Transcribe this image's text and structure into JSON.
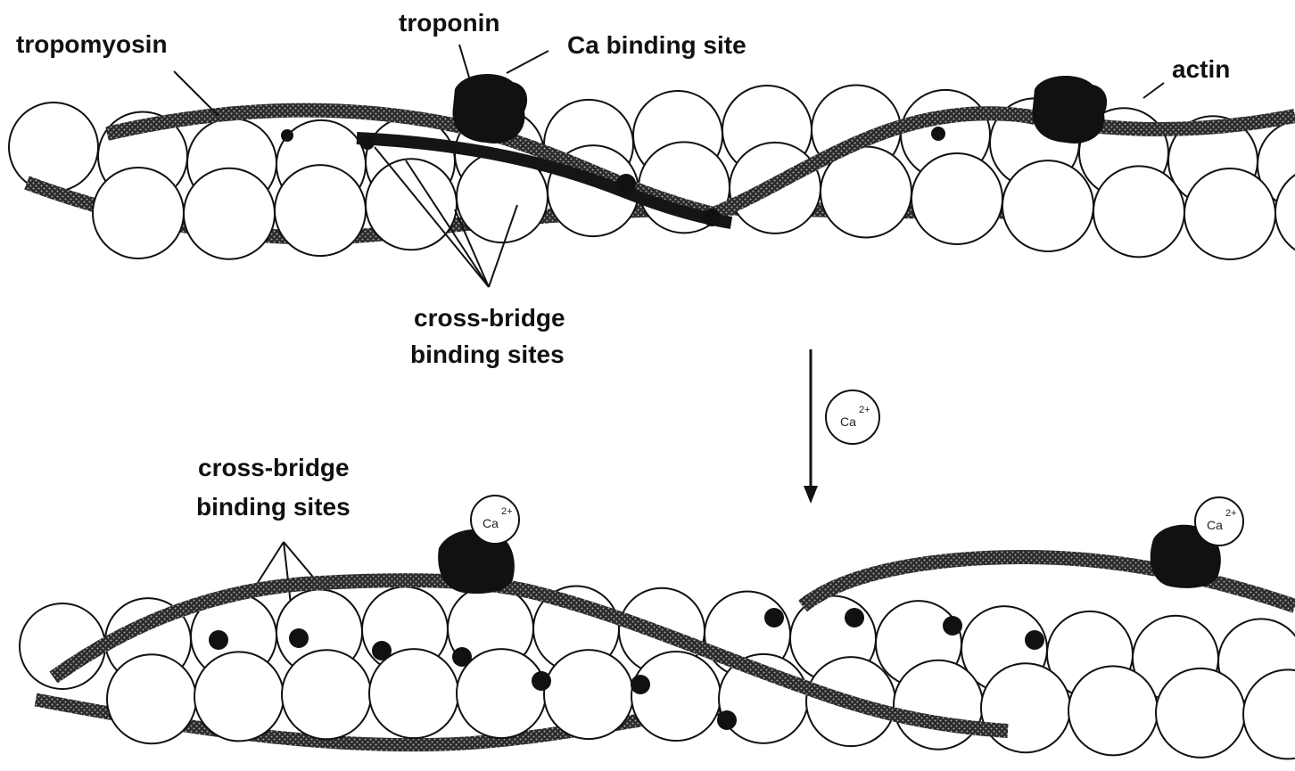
{
  "labels": {
    "tropomyosin": "tropomyosin",
    "troponin": "troponin",
    "ca_binding_site": "Ca binding site",
    "actin": "actin",
    "cross_bridge_mid_1": "cross-bridge",
    "cross_bridge_mid_2": "binding sites",
    "cross_bridge_bottom_1": "cross-bridge",
    "cross_bridge_bottom_2": "binding sites"
  },
  "calcium": {
    "symbol": "Ca",
    "charge": "2+"
  },
  "colors": {
    "ink": "#111111",
    "bead_fill": "#ffffff",
    "strand_fill": "#2a2a2a",
    "strand_texture": "#9a9a9a"
  }
}
